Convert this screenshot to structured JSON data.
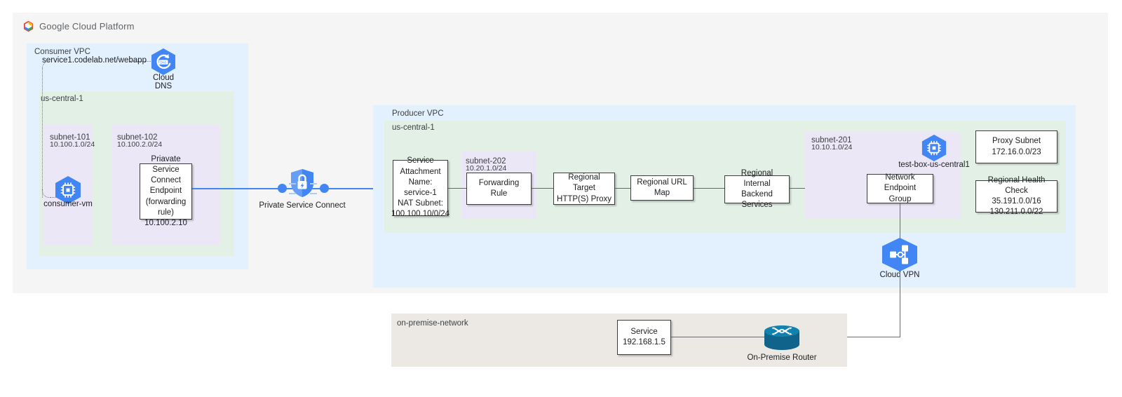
{
  "brand": {
    "wordmark": "Google Cloud Platform",
    "logo_icon": "google-cloud-logo-icon"
  },
  "consumer": {
    "vpc_label": "Consumer VPC",
    "region_label": "us-central-1",
    "dns_url": "service1.codelab.net/webapp",
    "cloud_dns": {
      "line1": "Cloud",
      "line2": "DNS",
      "icon": "cloud-dns-icon"
    },
    "vm": {
      "label": "consumer-vm",
      "icon": "compute-vm-icon"
    },
    "subnets": [
      {
        "name": "subnet-101",
        "cidr": "10.100.1.0/24"
      },
      {
        "name": "subnet-102",
        "cidr": "10.100.2.0/24"
      }
    ],
    "psc_endpoint": {
      "line1": "Priavate Service",
      "line2": "Connect Endpoint",
      "line3": "(forwarding rule)",
      "line4": "10.100.2.10"
    }
  },
  "psc": {
    "label": "Private Service Connect",
    "icon": "private-service-connect-shield-icon"
  },
  "producer": {
    "vpc_label": "Producer VPC",
    "region_label": "us-central-1",
    "service_attachment": {
      "line1": "Service",
      "line2": "Attachment",
      "line3": "Name: service-1",
      "line4": "NAT Subnet:",
      "line5": "100.100.10/0/24"
    },
    "subnet_202": {
      "name": "subnet-202",
      "cidr": "10.20.1.0/24"
    },
    "forwarding_rule": "Forwarding Rule",
    "target_proxy": {
      "line1": "Regional Target",
      "line2": "HTTP(S) Proxy"
    },
    "url_map": "Regional URL Map",
    "backend_services": {
      "line1": "Regional Internal",
      "line2": "Backend Services"
    },
    "subnet_201": {
      "name": "subnet-201",
      "cidr": "10.10.1.0/24"
    },
    "test_box": {
      "label": "test-box-us-central1",
      "icon": "compute-vm-icon"
    },
    "neg": {
      "line1": "Network Endpoint",
      "line2": "Group"
    },
    "proxy_subnet": {
      "line1": "Proxy Subnet",
      "line2": "172.16.0.0/23"
    },
    "health_check": {
      "line1": "Regional Health Check",
      "line2": "35.191.0.0/16",
      "line3": "130.211.0.0/22"
    }
  },
  "cloud_vpn": {
    "label": "Cloud VPN",
    "icon": "cloud-vpn-icon"
  },
  "onprem": {
    "network_label": "on-premise-network",
    "service": {
      "line1": "Service",
      "line2": "192.168.1.5"
    },
    "router": {
      "label": "On-Premise Router",
      "icon": "router-icon"
    }
  },
  "colors": {
    "vpc_blue": "#e3f0fd",
    "region_green": "#e2f0e6",
    "subnet_purple": "#ece7f6",
    "panel_gray": "#f5f5f5",
    "onprem_beige": "#ece9e4",
    "google_blue": "#4285f4",
    "wire_gray": "#606a63",
    "router_teal": "#0f6f8c"
  }
}
